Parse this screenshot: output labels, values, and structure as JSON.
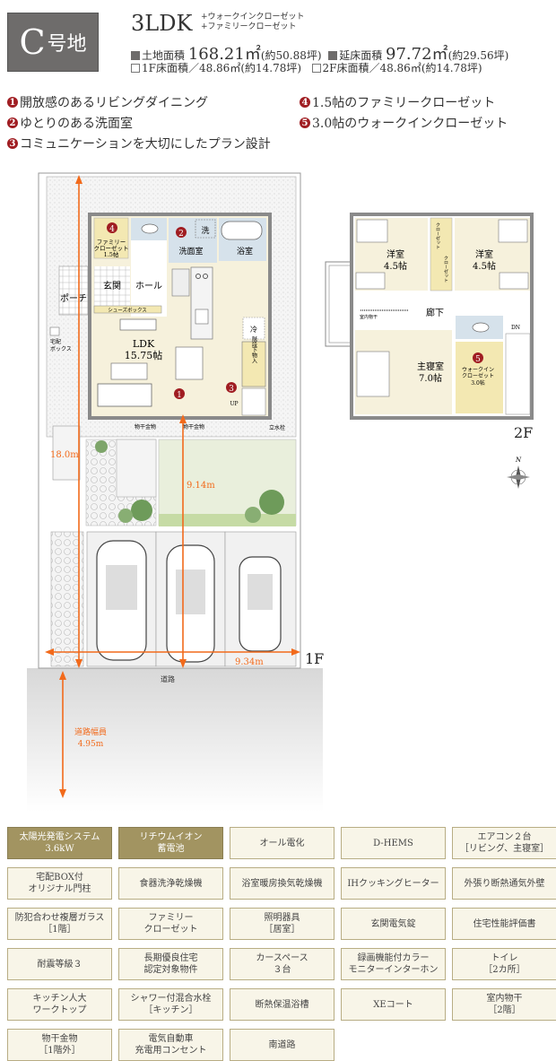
{
  "header": {
    "lot_letter": "C",
    "lot_suffix": "号地",
    "plan_type": "3LDK",
    "plan_extras": [
      "+ウォークインクローゼット",
      "+ファミリークローゼット"
    ],
    "land_area_label": "土地面積",
    "land_area_value": "168.21㎡",
    "land_area_tsubo": "(約50.88坪)",
    "floor_area_label": "延床面積",
    "floor_area_value": "97.72㎡",
    "floor_area_tsubo": "(約29.56坪)",
    "f1_area": "1F床面積／48.86㎡(約14.78坪)",
    "f2_area": "2F床面積／48.86㎡(約14.78坪)"
  },
  "features": [
    {
      "num": "1",
      "text": "開放感のあるリビングダイニング"
    },
    {
      "num": "2",
      "text": "ゆとりのある洗面室"
    },
    {
      "num": "3",
      "text": "コミュニケーションを大切にしたプラン設計"
    },
    {
      "num": "4",
      "text": "1.5帖のファミリークローゼット"
    },
    {
      "num": "5",
      "text": "3.0帖のウォークインクローゼット"
    }
  ],
  "floor1": {
    "label": "1F",
    "family_closet": [
      "ファミリー",
      "クローゼット",
      "1.5帖"
    ],
    "washroom": "洗面室",
    "wash": "洗",
    "bath": "浴室",
    "entrance": "玄関",
    "hall": "ホール",
    "porch": "ポーチ",
    "shoebox": "シューズボックス",
    "ldk": "LDK",
    "ldk_size": "15.75帖",
    "fridge": "冷",
    "under_stairs": "階段下物入",
    "up": "UP",
    "drying_1": "物干金物",
    "drying_2": "物干金物",
    "faucet": "立水栓",
    "delivery_box": [
      "宅配",
      "ボックス"
    ],
    "road": "道路",
    "road_width_label": "道路幅員",
    "road_width": "4.95m",
    "dim_depth": "18.0m",
    "dim_yard": "9.14m",
    "dim_width": "9.34m"
  },
  "floor2": {
    "label": "2F",
    "room_left": "洋室",
    "room_left_size": "4.5帖",
    "room_right": "洋室",
    "room_right_size": "4.5帖",
    "closet": "クローゼット",
    "corridor": "廊下",
    "indoor_drying": "室内物干",
    "master": "主寝室",
    "master_size": "7.0帖",
    "wic": [
      "ウォークイン",
      "クローゼット",
      "3.0帖"
    ],
    "dn": "DN",
    "north": "N"
  },
  "colors": {
    "accent": "#a01d22",
    "dimension": "#f26a1b",
    "badge": "#6e6c6b",
    "highlight": "#a29461"
  },
  "equipment": [
    {
      "text": "太陽光発電システム\n3.6kW",
      "highlight": true
    },
    {
      "text": "リチウムイオン\n蓄電池",
      "highlight": true
    },
    {
      "text": "オール電化"
    },
    {
      "text": "D-HEMS"
    },
    {
      "text": "エアコン２台\n［リビング、主寝室］"
    },
    {
      "text": "宅配BOX付\nオリジナル門柱"
    },
    {
      "text": "食器洗浄乾燥機"
    },
    {
      "text": "浴室暖房換気乾燥機"
    },
    {
      "text": "IHクッキングヒーター"
    },
    {
      "text": "外張り断熱通気外壁"
    },
    {
      "text": "防犯合わせ複層ガラス\n［1階］"
    },
    {
      "text": "ファミリー\nクローゼット"
    },
    {
      "text": "照明器具\n［居室］"
    },
    {
      "text": "玄関電気錠"
    },
    {
      "text": "住宅性能評価書"
    },
    {
      "text": "耐震等級３"
    },
    {
      "text": "長期優良住宅\n認定対象物件"
    },
    {
      "text": "カースペース\n３台"
    },
    {
      "text": "録画機能付カラー\nモニターインターホン"
    },
    {
      "text": "トイレ\n［2カ所］"
    },
    {
      "text": "キッチン人大\nワークトップ"
    },
    {
      "text": "シャワー付混合水栓\n［キッチン］"
    },
    {
      "text": "断熱保温浴槽"
    },
    {
      "text": "XEコート"
    },
    {
      "text": "室内物干\n［2階］"
    },
    {
      "text": "物干金物\n［1階外］"
    },
    {
      "text": "電気自動車\n充電用コンセント"
    },
    {
      "text": "南道路"
    }
  ]
}
